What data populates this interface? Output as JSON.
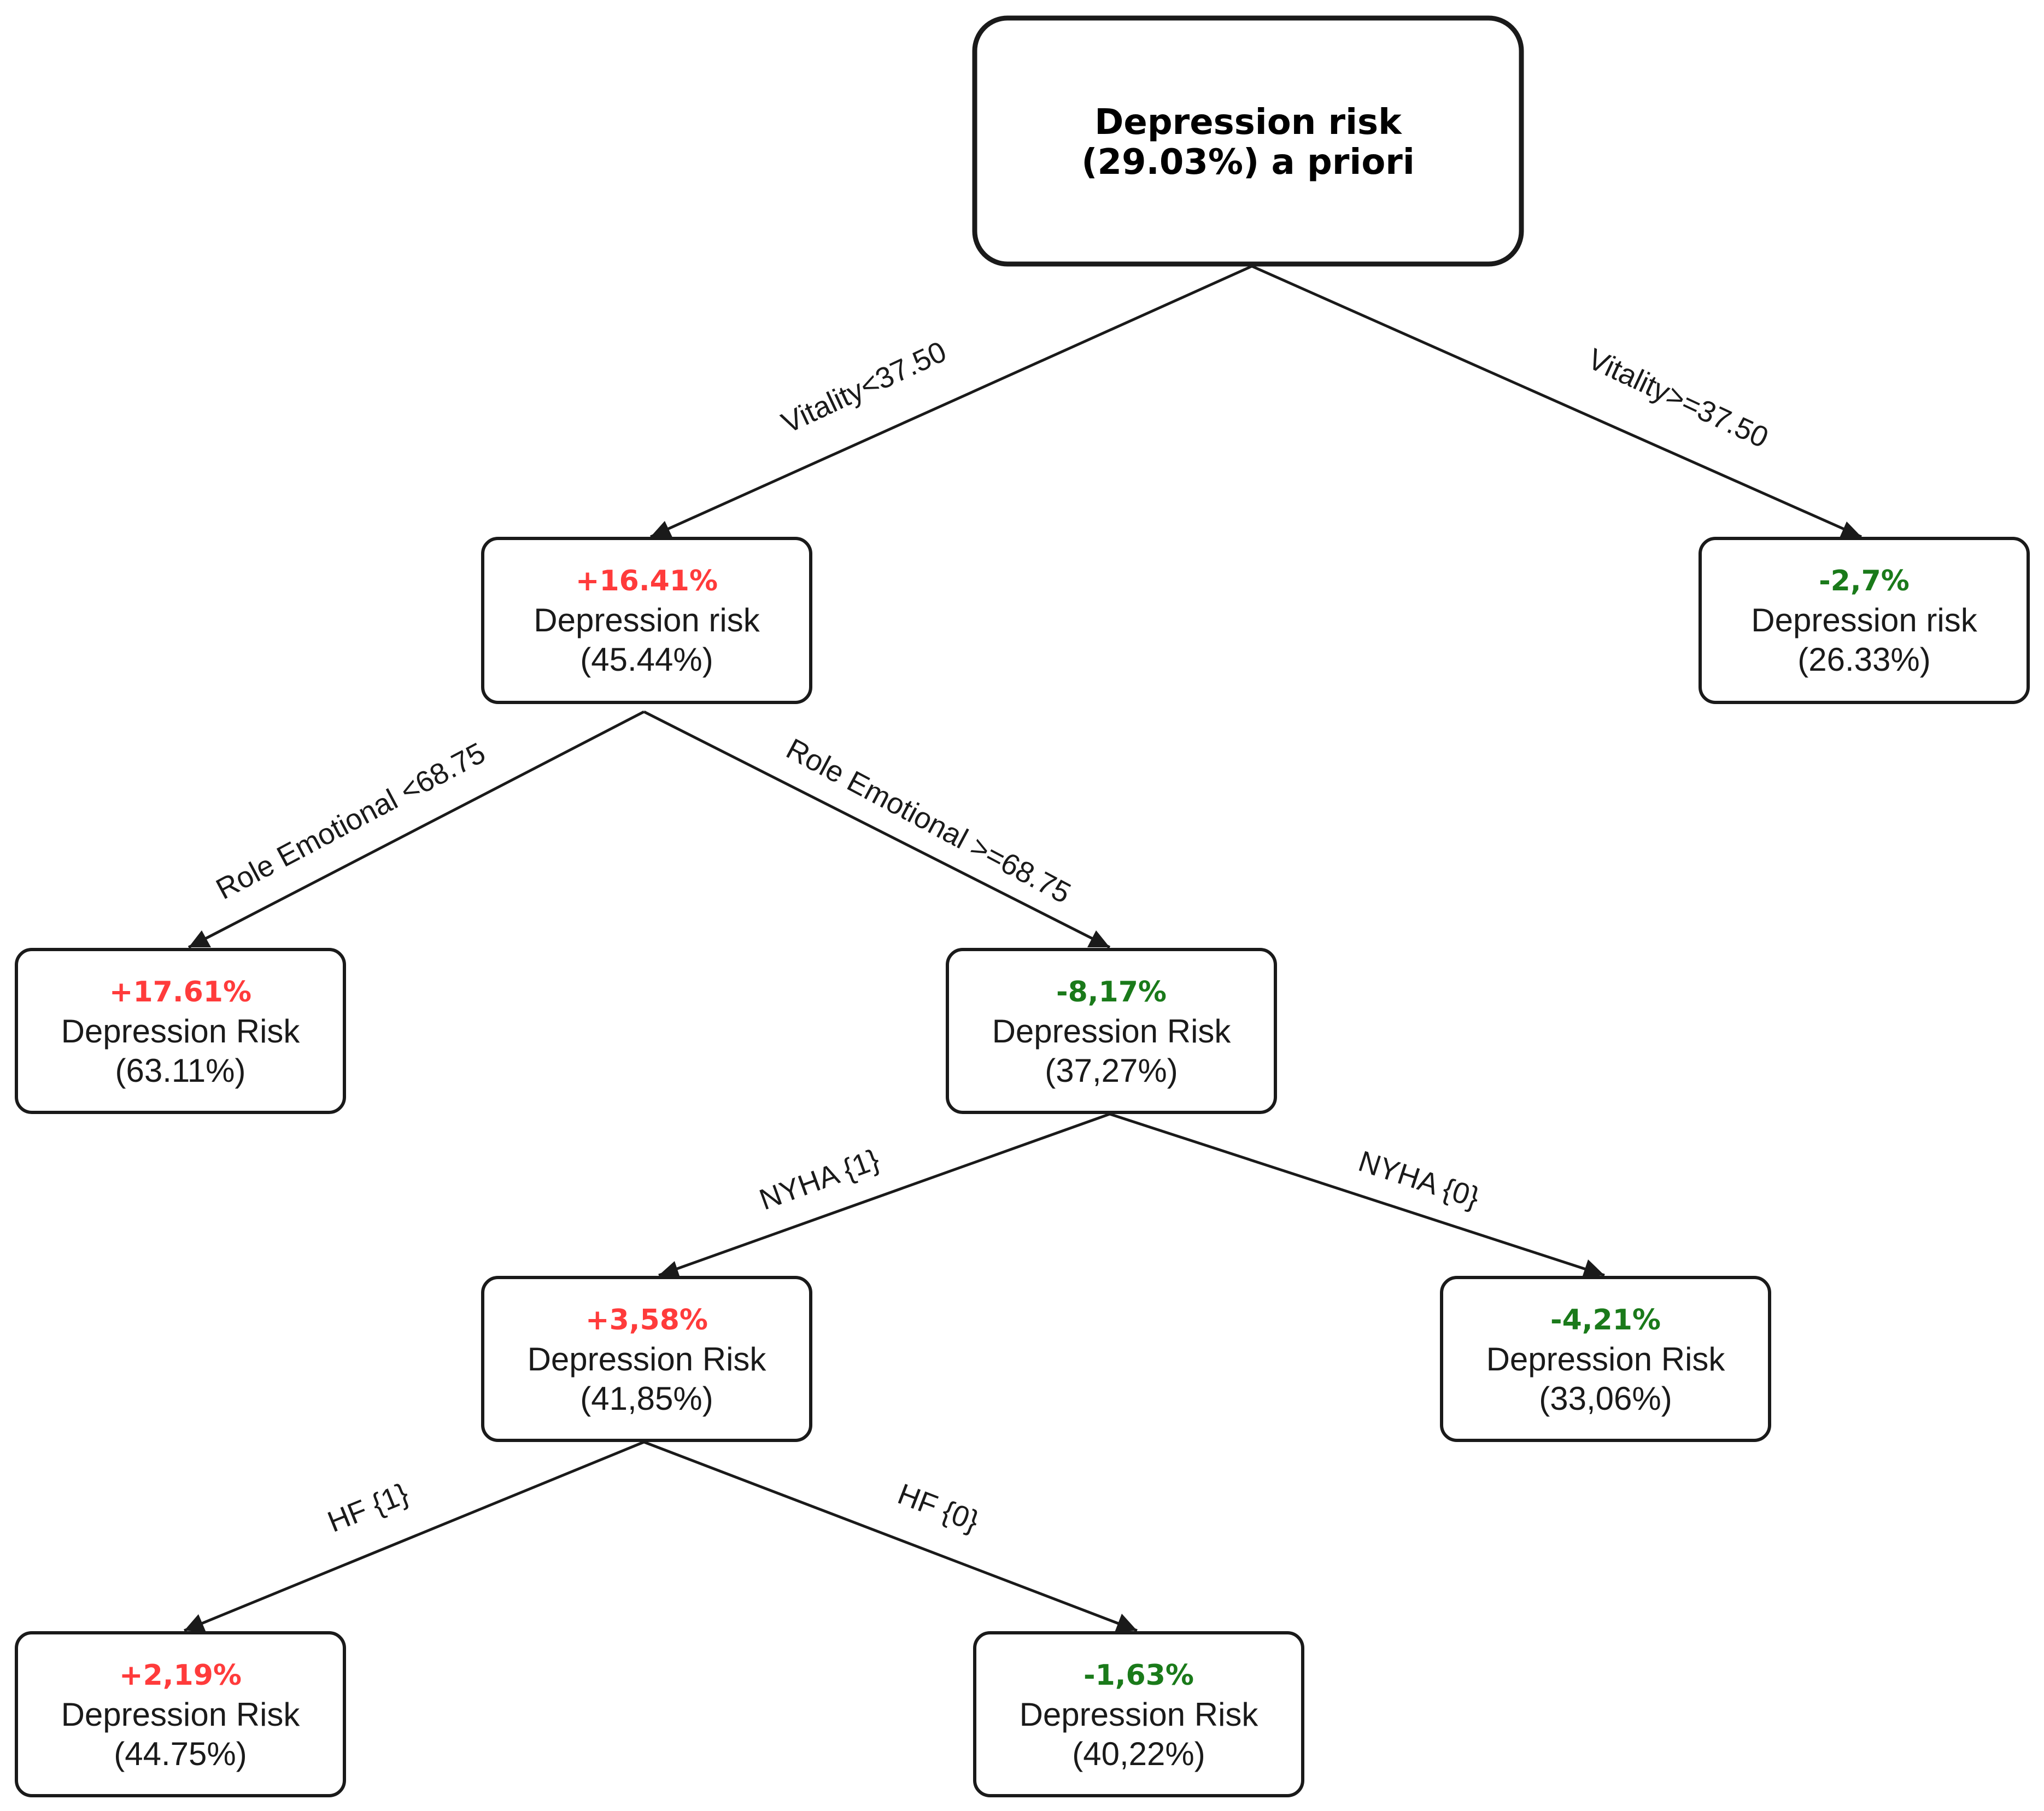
{
  "colors": {
    "increase": "#ff3b3b",
    "decrease": "#1a7a1a",
    "stroke": "#1a1a1a"
  },
  "root": {
    "line1": "Depression risk",
    "line2": "(29.03%) a priori"
  },
  "nodes": {
    "n1": {
      "delta": "+16.41%",
      "label": "Depression risk",
      "value": "(45.44%)",
      "trend": "increase"
    },
    "n2": {
      "delta": "-2,7%",
      "label": "Depression risk",
      "value": "(26.33%)",
      "trend": "decrease"
    },
    "n3": {
      "delta": "+17.61%",
      "label": "Depression Risk",
      "value": "(63.11%)",
      "trend": "increase"
    },
    "n4": {
      "delta": "-8,17%",
      "label": "Depression Risk",
      "value": "(37,27%)",
      "trend": "decrease"
    },
    "n5": {
      "delta": "+3,58%",
      "label": "Depression Risk",
      "value": "(41,85%)",
      "trend": "increase"
    },
    "n6": {
      "delta": "-4,21%",
      "label": "Depression Risk",
      "value": "(33,06%)",
      "trend": "decrease"
    },
    "n7": {
      "delta": "+2,19%",
      "label": "Depression Risk",
      "value": "(44.75%)",
      "trend": "increase"
    },
    "n8": {
      "delta": "-1,63%",
      "label": "Depression Risk",
      "value": "(40,22%)",
      "trend": "decrease"
    }
  },
  "edges": {
    "e1": "Vitality<37.50",
    "e2": "Vitality>=37.50",
    "e3": "Role Emotional <68.75",
    "e4": "Role Emotional >=68.75",
    "e5": "NYHA {1}",
    "e6": "NYHA {0}",
    "e7": "HF {1}",
    "e8": "HF {0}"
  }
}
